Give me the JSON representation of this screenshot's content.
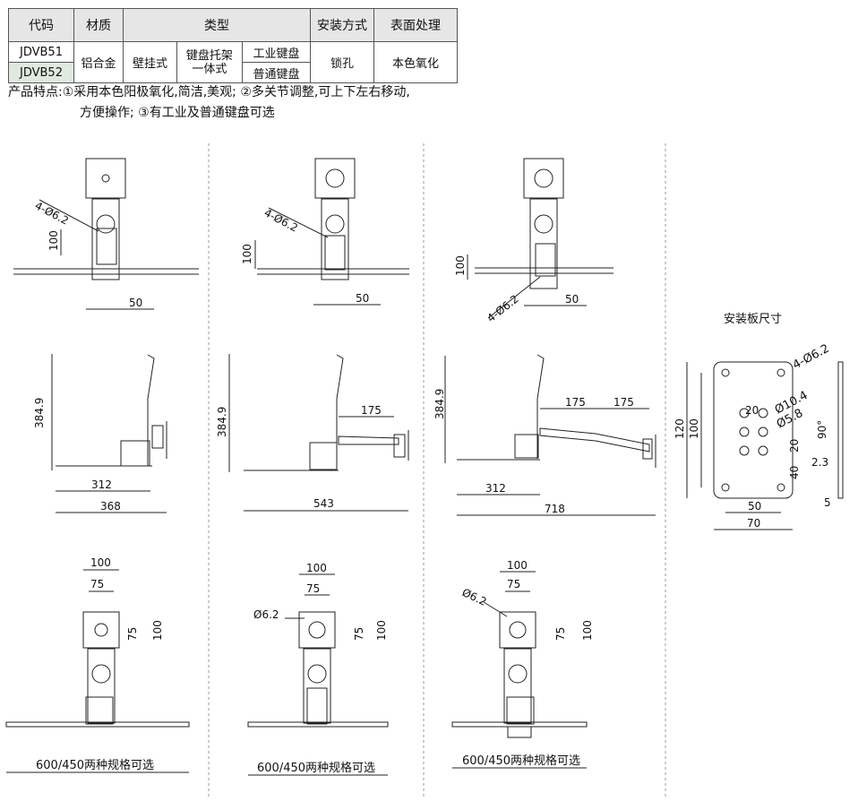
{
  "table": {
    "headers": [
      "代码",
      "材质",
      "类型",
      "安装方式",
      "表面处理"
    ],
    "codes": [
      "JDVB51",
      "JDVB52"
    ],
    "material": "铝合金",
    "type_main": "壁挂式",
    "type_sub": "键盘托架一体式",
    "keyboards": [
      "工业键盘",
      "普通键盘"
    ],
    "mount": "锁孔",
    "surface": "本色氧化"
  },
  "features": {
    "label": "产品特点:",
    "line1": "①采用本色阳极氧化,简洁,美观; ②多关节调整,可上下左右移动,",
    "line2": "方便操作; ③有工业及普通键盘可选"
  },
  "dims": {
    "hole_dia": "4-Ø6.2",
    "d100": "100",
    "d50": "50",
    "h384": "384.9",
    "w312": "312",
    "w368": "368",
    "w543": "543",
    "w718": "718",
    "a175": "175",
    "d75": "75",
    "d62": "Ø6.2",
    "width_note": "600/450两种规格可选",
    "plate_title": "安装板尺寸",
    "plate_dia": "4-Ø6.2",
    "d104": "Ø10.4",
    "d58": "Ø5.8",
    "d20": "20",
    "d120": "120",
    "d40": "40",
    "d70": "70",
    "d23": "2.3",
    "d5": "5",
    "angle": "90°"
  }
}
